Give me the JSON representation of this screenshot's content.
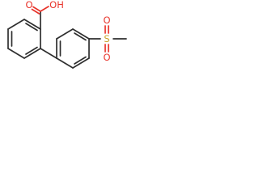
{
  "atoms": {
    "hydroxyl": {
      "text": "OH",
      "color": "#e8332a"
    },
    "carbonyl_oxygen": {
      "text": "O",
      "color": "#e8332a"
    },
    "sulfonyl_oxygen_top": {
      "text": "O",
      "color": "#e8332a"
    },
    "sulfonyl_oxygen_bottom": {
      "text": "O",
      "color": "#e8332a"
    },
    "sulfur": {
      "text": "S",
      "color": "#c9a227"
    }
  },
  "colors": {
    "bond": "#2f2f2f",
    "oxygen": "#e8332a",
    "sulfur": "#c9a227",
    "background": "#ffffff"
  }
}
